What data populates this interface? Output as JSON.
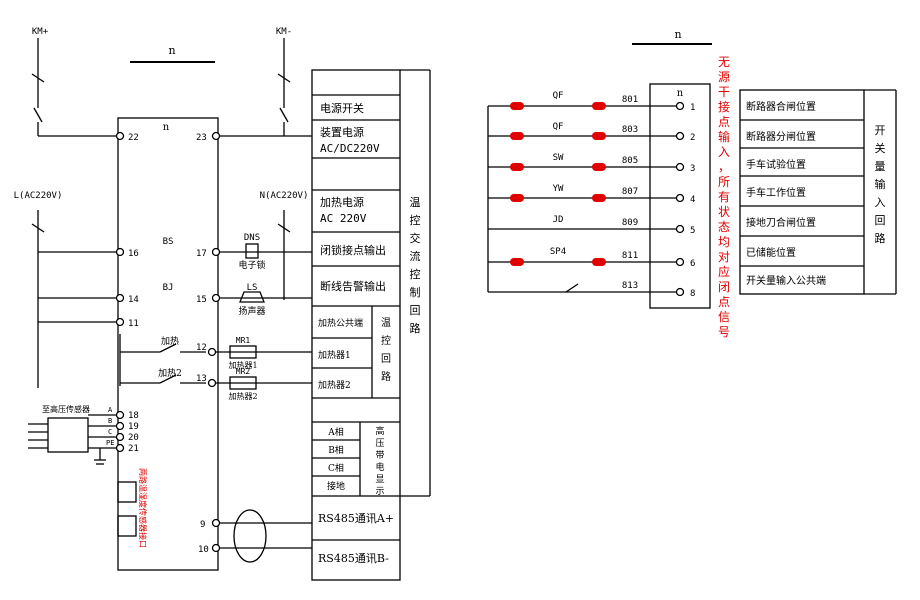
{
  "left_panel": {
    "title": "n",
    "device_label": "n",
    "km_plus": "KM+",
    "km_minus": "KM-",
    "l_ac": "L(AC220V)",
    "n_ac": "N(AC220V)",
    "bs": "BS",
    "bj": "BJ",
    "dns": "DNS",
    "dns_caption": "电子锁",
    "ls": "LS",
    "ls_caption": "扬声器",
    "heater1": "加热",
    "heater2": "加热2",
    "mr1": "MR1",
    "mr1_caption": "加热器1",
    "mr2": "MR2",
    "mr2_caption": "加热器2",
    "sensor_title": "至高压传感器",
    "sensor_pins": [
      "A",
      "B",
      "C",
      "PE"
    ],
    "vertical_note": "两路温湿度传感器接口",
    "terminals": {
      "t22": "22",
      "t23": "23",
      "t16": "16",
      "t17": "17",
      "t14": "14",
      "t15": "15",
      "t11": "11",
      "t12": "12",
      "t13": "13",
      "t18": "18",
      "t19": "19",
      "t20": "20",
      "t21": "21",
      "t9": "9",
      "t10": "10"
    }
  },
  "right_boxes": {
    "power_switch": "电源开关",
    "device_power_1": "装置电源",
    "device_power_2": "AC/DC220V",
    "heat_power_1": "加热电源",
    "heat_power_2": "AC 220V",
    "lock_output": "闭锁接点输出",
    "break_alarm": "断线告警输出",
    "heat_common": "加热公共端",
    "heater_1": "加热器1",
    "heater_2": "加热器2",
    "temp_loop": [
      "温",
      "控",
      "回",
      "路"
    ],
    "temp_ac_loop": [
      "温",
      "控",
      "交",
      "流",
      "控",
      "制",
      "回",
      "路"
    ],
    "phase_a": "A相",
    "phase_b": "B相",
    "phase_c": "C相",
    "ground": "接地",
    "hv_display": [
      "高",
      "压",
      "带",
      "电",
      "显",
      "示"
    ],
    "rs485_a": "RS485通讯A+",
    "rs485_b": "RS485通讯B-"
  },
  "right_panel": {
    "title": "n",
    "device_label": "n",
    "contacts": [
      {
        "label": "QF",
        "wire": "801",
        "terminal": "1",
        "desc": "断路器合闸位置"
      },
      {
        "label": "QF",
        "wire": "803",
        "terminal": "2",
        "desc": "断路器分闸位置"
      },
      {
        "label": "SW",
        "wire": "805",
        "terminal": "3",
        "desc": "手车试验位置"
      },
      {
        "label": "YW",
        "wire": "807",
        "terminal": "4",
        "desc": "手车工作位置"
      },
      {
        "label": "JD",
        "wire": "809",
        "terminal": "5",
        "desc": "接地刀合闸位置"
      },
      {
        "label": "SP4",
        "wire": "811",
        "terminal": "6",
        "desc": "已储能位置"
      },
      {
        "label": "",
        "wire": "813",
        "terminal": "8",
        "desc": "开关量输入公共端"
      }
    ],
    "side_label": [
      "开",
      "关",
      "量",
      "输",
      "入",
      "回",
      "路"
    ],
    "red_note": [
      "无",
      "源",
      "干",
      "接",
      "点",
      "输",
      "入",
      "，",
      "所",
      "有",
      "状",
      "态",
      "均",
      "对",
      "应",
      "闭",
      "点",
      "信",
      "号"
    ]
  },
  "colors": {
    "line": "#000000",
    "accent_red": "#e00000"
  }
}
